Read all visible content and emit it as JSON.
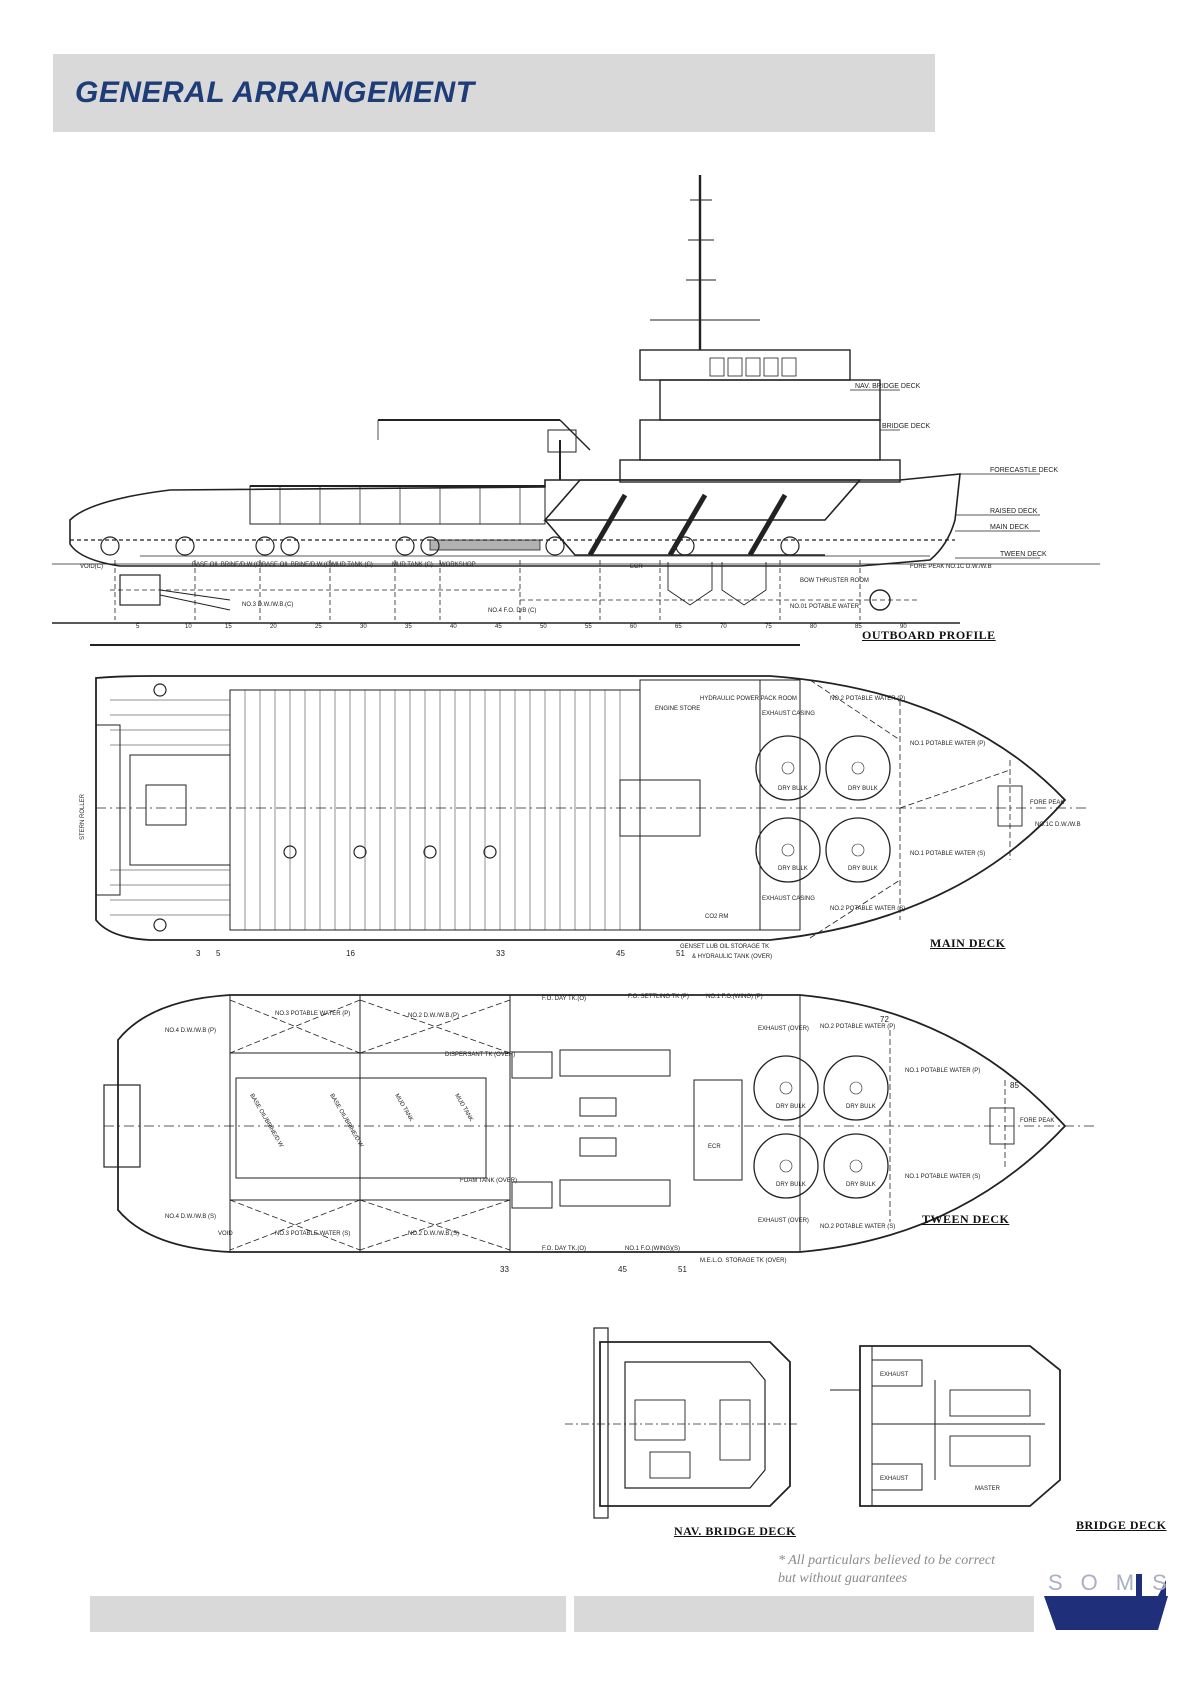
{
  "header": {
    "title": "GENERAL ARRANGEMENT"
  },
  "outboard_profile": {
    "title": "OUTBOARD PROFILE",
    "deck_labels": [
      "NAV. BRIDGE DECK",
      "BRIDGE DECK",
      "FORECASTLE DECK",
      "RAISED DECK",
      "MAIN DECK",
      "TWEEN DECK"
    ],
    "compartments": [
      "VOID(C)",
      "BASE OIL BRINE/D.W.(C)",
      "BASE OIL BRINE/D.W.(C)",
      "MUD TANK (C)",
      "MUD TANK (C)",
      "WORKSHOP",
      "ECR",
      "BOW THRUSTER ROOM",
      "NO.01 POTABLE WATER",
      "FORE PEAK NO.1C D.W./W.B",
      "NO.3 D.W./W.B.(C)",
      "NO.4 F.O. D/B (C)"
    ],
    "frame_numbers": [
      "5",
      "10",
      "15",
      "20",
      "25",
      "30",
      "35",
      "40",
      "45",
      "50",
      "55",
      "60",
      "65",
      "70",
      "75",
      "80",
      "85",
      "90"
    ]
  },
  "main_deck": {
    "title": "MAIN DECK",
    "labels": [
      "STERN ROLLER",
      "ENGINE STORE",
      "HYDRAULIC POWER PACK ROOM",
      "EXHAUST CASING",
      "EXHAUST CASING",
      "DRY BULK",
      "DRY BULK",
      "DRY BULK",
      "DRY BULK",
      "NO.2 POTABLE WATER (P)",
      "NO.1 POTABLE WATER (P)",
      "NO.1 POTABLE WATER (S)",
      "NO.2 POTABLE WATER (S)",
      "FORE PEAK",
      "NO.1C D.W./W.B",
      "GENSET LUB OIL STORAGE TK",
      "& HYDRAULIC TANK (OVER)",
      "CO2 RM"
    ],
    "frame_numbers": [
      "3",
      "5",
      "16",
      "33",
      "45",
      "51"
    ]
  },
  "tween_deck": {
    "title": "TWEEN DECK",
    "labels": [
      "NO.4 D.W./W.B (P)",
      "NO.3 POTABLE WATER (P)",
      "NO.2 D.W./W.B.(P)",
      "F.O. DAY TK.(O)",
      "F.O. SETTLING TK (P)",
      "NO.1 F.O.(WING) (P)",
      "EXHAUST (OVER)",
      "NO.2 POTABLE WATER (P)",
      "NO.1 POTABLE WATER (P)",
      "DISPERSANT TK (OVER)",
      "BASE OIL/BRINE/D.W",
      "BASE OIL/BRINE/D.W",
      "MUD TANK",
      "MUD TANK",
      "FOAM TANK (OVER)",
      "ECR",
      "DRY BULK",
      "DRY BULK",
      "DRY BULK",
      "DRY BULK",
      "FORE PEAK",
      "NO.1 POTABLE WATER (S)",
      "NO.2 POTABLE WATER (S)",
      "EXHAUST (OVER)",
      "NO.4 D.W./W.B (S)",
      "VOID",
      "NO.3 POTABLE WATER (S)",
      "NO.2 D.W./W.B.(S)",
      "F.O. DAY TK.(O)",
      "NO.1 F.O.(WING)(S)",
      "M.E.L.O. STORAGE TK (OVER)"
    ],
    "frame_numbers": [
      "33",
      "45",
      "51",
      "72",
      "85"
    ]
  },
  "nav_bridge_deck": {
    "title": "NAV. BRIDGE DECK"
  },
  "bridge_deck": {
    "title": "BRIDGE DECK",
    "labels": [
      "EXHAUST",
      "EXHAUST",
      "MASTER"
    ]
  },
  "disclaimer": {
    "line1": "* All particulars believed to be correct",
    "line2": "but without guarantees"
  },
  "logo": {
    "text": "SOMS"
  },
  "colors": {
    "title_blue": "#1e3c78",
    "band_grey": "#d9d9d9",
    "logo_navy": "#1f2f7a"
  }
}
